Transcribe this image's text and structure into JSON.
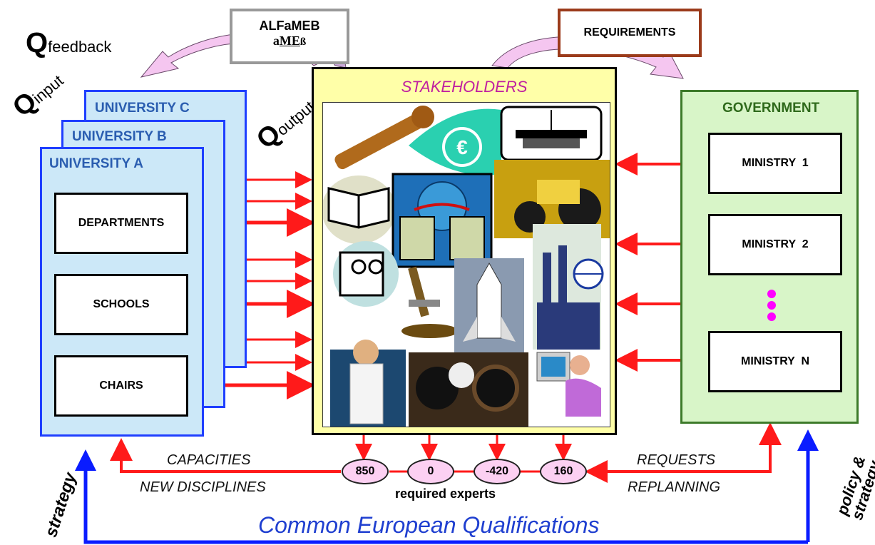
{
  "q_labels": {
    "feedback_main": "Q",
    "feedback_sub": "feedback",
    "input_main": "Q",
    "input_sub": "input",
    "output_main": "Q",
    "output_sub": "output"
  },
  "top_boxes": {
    "alfameb_line1": "ALFaMEB",
    "alfameb_line2_a": "a",
    "alfameb_line2_me": "ME",
    "alfameb_line2_b": "ß",
    "requirements": "REQUIREMENTS"
  },
  "universities": {
    "c": "UNIVERSITY C",
    "b": "UNIVERSITY B",
    "a": "UNIVERSITY A",
    "units": [
      "DEPARTMENTS",
      "SCHOOLS",
      "CHAIRS"
    ]
  },
  "stakeholders": {
    "title": "STAKEHOLDERS",
    "icons": [
      "wrench-icon",
      "euro-icon",
      "crane-beam-icon",
      "book-icon",
      "computers-globe-icon",
      "tractor-icon",
      "scholar-icon",
      "microscope-icon",
      "space-shuttle-icon",
      "factory-globe-icon",
      "doctor-icon",
      "gears-head-icon",
      "computer-user-icon"
    ]
  },
  "government": {
    "title": "GOVERNMENT",
    "ministries": [
      "MINISTRY  1",
      "MINISTRY  2",
      "MINISTRY  N"
    ]
  },
  "experts": {
    "values": [
      "850",
      "0",
      "-420",
      "160"
    ],
    "label": "required experts"
  },
  "flow_labels": {
    "capacities": "CAPACITIES",
    "new_disciplines": "NEW DISCIPLINES",
    "requests": "REQUESTS",
    "replanning": "REPLANNING",
    "strategy": "strategy",
    "policy_line1": "policy &",
    "policy_line2": "strategy",
    "bottom": "Common European Qualifications"
  },
  "colors": {
    "arrow_red": "#ff1a1a",
    "arrow_blue": "#0a1cff",
    "university_fill": "#cce8f8",
    "university_border": "#1f3fff",
    "government_fill": "#d8f5c8",
    "government_border": "#3d7a2a",
    "stakeholder_fill": "#ffffa8",
    "oval_fill": "#fcd0f2",
    "feedback_arc": "#f5c6f0",
    "requirements_border": "#9b3b1b",
    "stakeholders_title": "#c01fa0",
    "bottom_text": "#1f3fd0"
  }
}
